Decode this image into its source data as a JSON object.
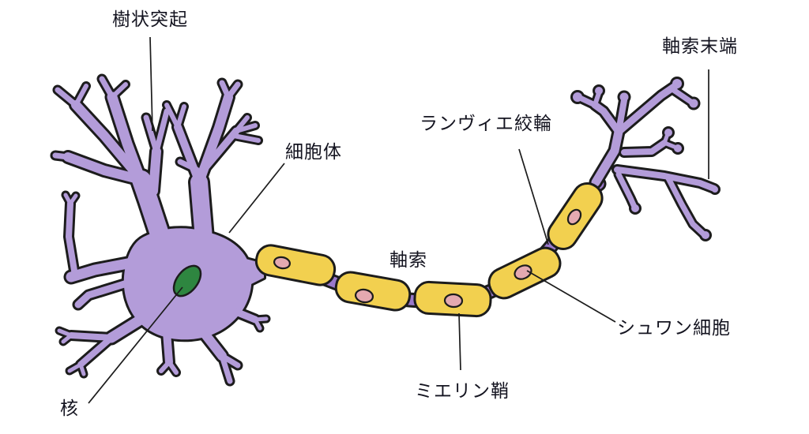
{
  "labels": {
    "dendrites": "樹状突起",
    "cell_body": "細胞体",
    "nucleus": "核",
    "axon": "軸索",
    "myelin_sheath": "ミエリン鞘",
    "node_of_ranvier": "ランヴィエ絞輪",
    "schwann_cell": "シュワン細胞",
    "axon_terminal": "軸索末端"
  },
  "colors": {
    "background": "#ffffff",
    "cell_fill": "#b39cd9",
    "axon_node_fill": "#9a79cb",
    "myelin_fill": "#f2d04f",
    "schwann_nucleus_fill": "#e4a9b0",
    "cell_nucleus_fill": "#2e8640",
    "outline": "#1c1c1c",
    "label_text": "#141420"
  }
}
